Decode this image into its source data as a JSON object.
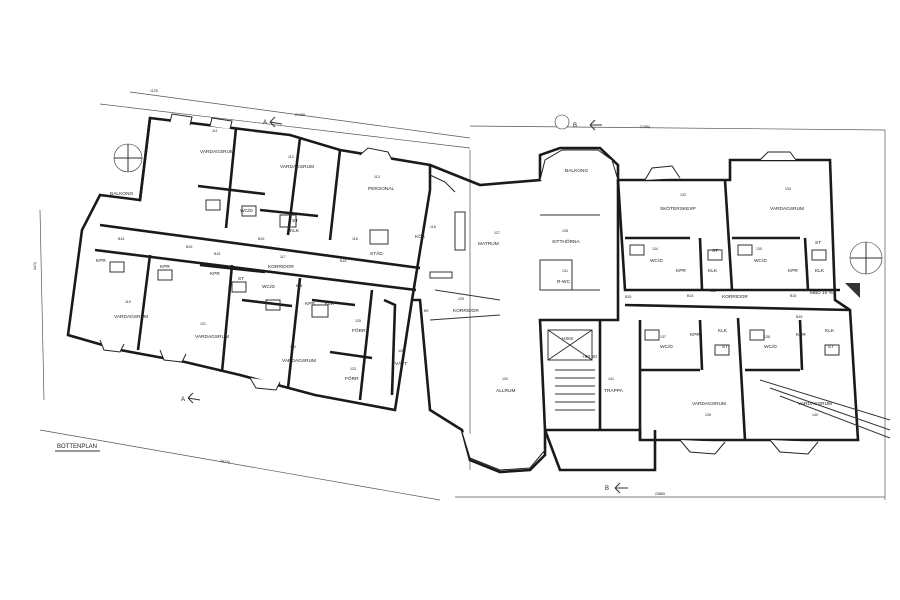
{
  "plan_title": "BOTTENPLAN",
  "section_markers": {
    "a": "A",
    "b": "B"
  },
  "dimensions": {
    "top_left": "1125",
    "top_left_2": "21465",
    "top_right": "21984",
    "bottom_left": "26770",
    "bottom_right": "23865",
    "left_side": "4475"
  },
  "rooms": {
    "vardagsrum": "VARDAGSRUM",
    "kok": "KÖK",
    "matrum": "MATRUM",
    "sittorna": "SITTHÖRNA",
    "balkong": "BALKONG",
    "allrum": "ALLRUM",
    "korridor": "KORRIDOR",
    "trappa": "TRAPPA",
    "hiss": "HISS",
    "personal": "PERSONAL",
    "kpr": "KPR",
    "klk": "KLK",
    "wc": "WC/D",
    "st": "ST",
    "forr": "FÖRR",
    "tvatt": "TVÄTT",
    "skoterskexp": "SKÖTERSKEXP",
    "stad": "STÄD",
    "rwc": "R-WC",
    "level": "+90.50",
    "mbd": "MBD 10 %"
  },
  "room_numbers": [
    "111",
    "112",
    "113",
    "116",
    "117",
    "118",
    "119",
    "121",
    "122",
    "123",
    "125",
    "126",
    "127",
    "128",
    "129",
    "130",
    "131",
    "132",
    "133",
    "134",
    "135",
    "136",
    "137",
    "138",
    "139",
    "140",
    "141",
    "142",
    "143",
    "144",
    "145",
    "146",
    "147",
    "148",
    "149",
    "150",
    "151",
    "152"
  ],
  "door_widths": [
    "B15",
    "B15",
    "B15",
    "B15",
    "B15",
    "B15",
    "B15",
    "B15",
    "B15",
    "B15",
    "B9"
  ]
}
